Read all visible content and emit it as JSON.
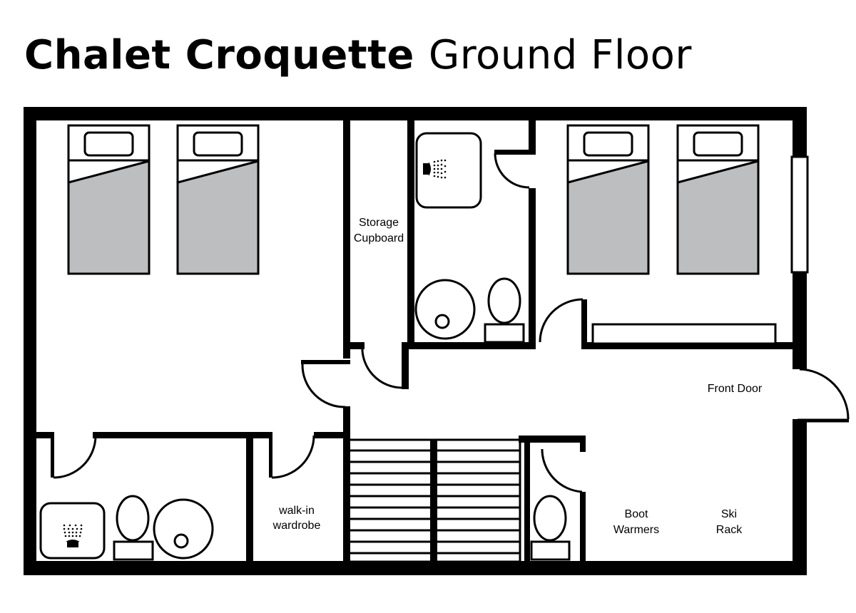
{
  "title": {
    "bold": "Chalet Croquette",
    "regular": "Ground Floor"
  },
  "labels": {
    "storage_line1": "Storage",
    "storage_line2": "Cupboard",
    "front_door": "Front Door",
    "wardrobe_line1": "walk-in",
    "wardrobe_line2": "wardrobe",
    "boot_line1": "Boot",
    "boot_line2": "Warmers",
    "ski_line1": "Ski",
    "ski_line2": "Rack"
  },
  "colors": {
    "wall": "#000000",
    "bed_fill": "#bcbec0",
    "background": "#ffffff"
  },
  "icons": [
    "bed-icon",
    "shower-icon",
    "toilet-icon",
    "basin-icon",
    "door-swing-icon",
    "staircase",
    "window"
  ]
}
